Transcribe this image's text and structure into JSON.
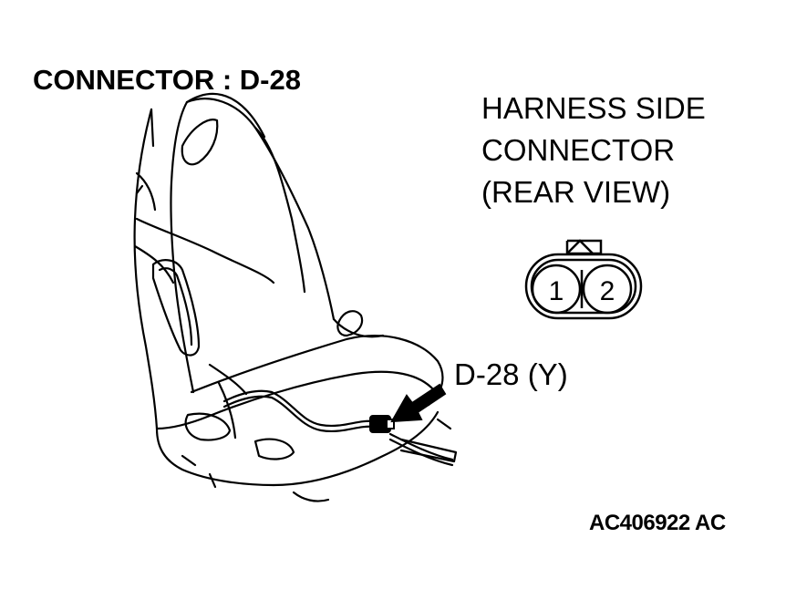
{
  "title": "CONNECTOR : D-28",
  "harness_label": {
    "line1": "HARNESS SIDE",
    "line2": "CONNECTOR",
    "line3": "(REAR VIEW)"
  },
  "connector": {
    "pins": [
      "1",
      "2"
    ]
  },
  "callout": "D-28 (Y)",
  "figure_code": "AC406922 AC",
  "icons": [
    "seat-illustration",
    "connector-face-icon",
    "pointer-arrow-icon"
  ]
}
